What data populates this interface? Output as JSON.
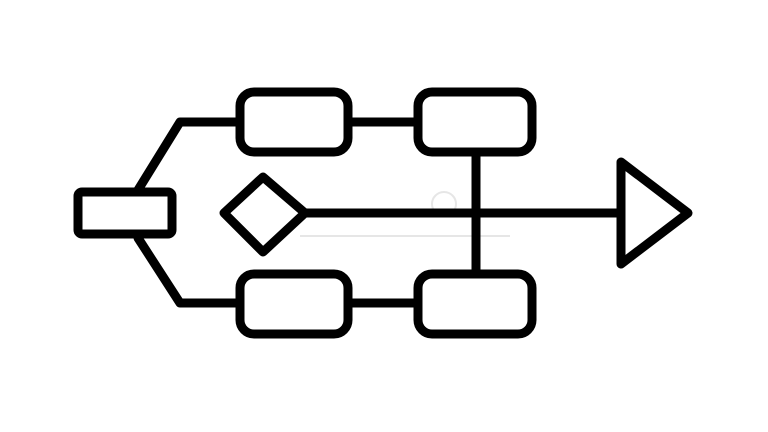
{
  "diagram": {
    "kind": "flowchart-icon",
    "colors": {
      "stroke": "#000000",
      "fill": "#ffffff",
      "background": "#ffffff",
      "watermark": "#e6e6e6"
    },
    "nodes": [
      {
        "id": "start",
        "shape": "rectangle"
      },
      {
        "id": "top-left",
        "shape": "rounded-rectangle"
      },
      {
        "id": "top-right",
        "shape": "rounded-rectangle"
      },
      {
        "id": "decision",
        "shape": "diamond"
      },
      {
        "id": "bottom-left",
        "shape": "rounded-rectangle"
      },
      {
        "id": "bottom-right",
        "shape": "rounded-rectangle"
      },
      {
        "id": "end",
        "shape": "triangle-arrowhead"
      }
    ],
    "watermark_present": true
  }
}
